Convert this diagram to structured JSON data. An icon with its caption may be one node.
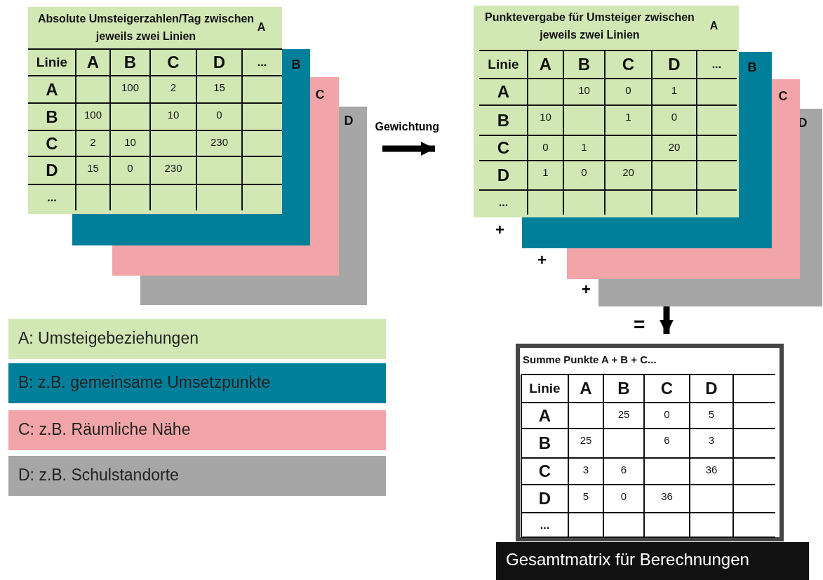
{
  "diagram": {
    "nodes": [
      {
        "text": [
          "Absolute Umsteigerzahlen/Tag zwischen jeweils zwei Linien",
          "A"
        ]
      },
      {
        "text": [
          "B"
        ]
      },
      {
        "text": [
          "C"
        ]
      },
      {
        "text": [
          "D"
        ]
      },
      {
        "text": [
          "Punktevergabe für Umsteiger zwischen jeweils zwei Linien",
          "A"
        ]
      },
      {
        "text": [
          "B"
        ]
      },
      {
        "text": [
          "C"
        ]
      },
      {
        "text": [
          "D"
        ]
      },
      {
        "text": [
          "Summe Punkte A + B + C...",
          "Linie",
          "A",
          "B",
          "C",
          "D",
          "A",
          "25",
          "0",
          "5",
          "B",
          "25",
          "6",
          "3",
          "C",
          "3",
          "6",
          "36",
          "D",
          "5",
          "0",
          "36",
          "..."
        ]
      },
      {
        "text": [
          "Gesamtmatrix für Berechnungen"
        ]
      }
    ],
    "edges": [
      {
        "from": 3,
        "to": 4,
        "arrow": "to",
        "label": "Gewichtung"
      },
      {
        "from": 7,
        "to": 8,
        "arrow": "to"
      }
    ],
    "labels": [
      "Linie",
      "A",
      "B",
      "C",
      "D",
      "...",
      "A",
      "100",
      "2",
      "15",
      "B",
      "100",
      "10",
      "0",
      "C",
      "2",
      "10",
      "230",
      "D",
      "15",
      "0",
      "230",
      "...",
      "Linie",
      "A",
      "B",
      "C",
      "D",
      "...",
      "A",
      "10",
      "0",
      "1",
      "B",
      "10",
      "1",
      "0",
      "C",
      "0",
      "1",
      "20",
      "D",
      "1",
      "0",
      "20",
      "...",
      "+",
      "+",
      "+",
      "="
    ],
    "legend": [
      {
        "text": "A: Umsteigebeziehungen",
        "color": "#d1e7b4"
      },
      {
        "text": "B: z.B. gemeinsame Umsetzpunkte",
        "color": "#007f9b"
      },
      {
        "text": "C: z.B. Räumliche Nähe",
        "color": "#f2a5a8"
      },
      {
        "text": "D: z.B. Schulstandorte",
        "color": "#a6a6a6"
      }
    ]
  }
}
